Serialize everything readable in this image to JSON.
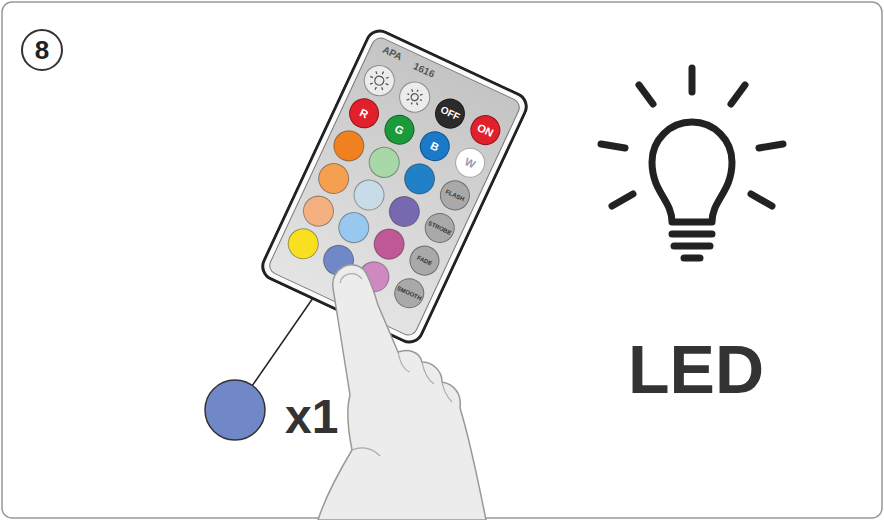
{
  "diagram": {
    "nodes": [
      {
        "text": [
          "8"
        ]
      },
      {
        "text": [
          "APA",
          "1616"
        ]
      },
      {
        "text": [
          "OFF"
        ],
        "in": 1
      },
      {
        "text": [
          "ON"
        ],
        "in": 1
      },
      {
        "text": [
          "R"
        ],
        "in": 1
      },
      {
        "text": [
          "G"
        ],
        "in": 1
      },
      {
        "text": [
          "B"
        ],
        "in": 1
      },
      {
        "text": [
          "W"
        ],
        "in": 1
      },
      {
        "text": [
          "FLASH"
        ],
        "in": 1
      },
      {
        "text": [
          "STROBE"
        ],
        "in": 1
      },
      {
        "text": [
          "FADE"
        ],
        "in": 1
      },
      {
        "text": [
          "SMOOTH"
        ],
        "in": 1
      }
    ],
    "labels": [
      "x1",
      "LED"
    ]
  }
}
